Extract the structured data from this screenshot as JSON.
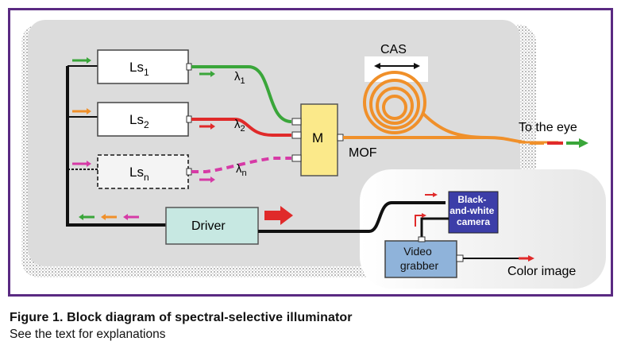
{
  "diagram": {
    "sources": [
      {
        "label": "Ls",
        "subscript": "1",
        "wavelength": "λ",
        "wavelength_sub": "1",
        "color": "#3aa63a"
      },
      {
        "label": "Ls",
        "subscript": "2",
        "wavelength": "λ",
        "wavelength_sub": "2",
        "color": "#e02a2a"
      },
      {
        "label": "Ls",
        "subscript": "n",
        "wavelength": "λ",
        "wavelength_sub": "n",
        "color": "#d63aa6"
      }
    ],
    "mixer_label": "M",
    "fiber_label": "MOF",
    "fiber_color": "#f0902a",
    "cas_label": "CAS",
    "output_label": "To the eye",
    "driver_label": "Driver",
    "camera_label_lines": [
      "Black-",
      "and-white",
      "camera"
    ],
    "grabber_label_lines": [
      "Video",
      "grabber"
    ],
    "color_image_label": "Color image",
    "colors": {
      "panel": "#dcdcdc",
      "box_fill": "#ffffff",
      "mixer_fill": "#fbe98a",
      "driver_fill": "#c7e8e2",
      "camera_fill": "#3c3ea8",
      "grabber_fill": "#8fb3da",
      "accent_red": "#e02a2a",
      "frame": "#5a2a82"
    }
  },
  "caption": {
    "title": "Figure 1. Block diagram of spectral-selective illuminator",
    "subtitle": "See the text for explanations"
  }
}
